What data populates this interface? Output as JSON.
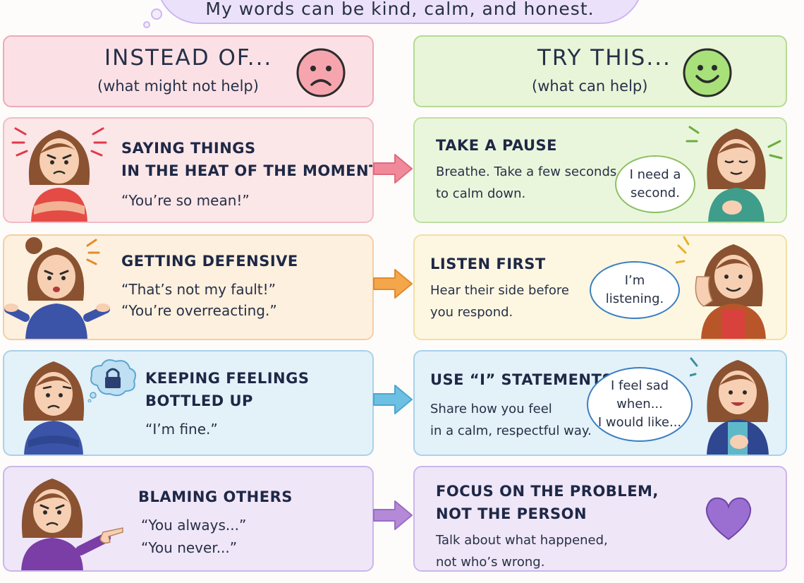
{
  "banner": {
    "text": "My words can be kind, calm, and honest."
  },
  "headers": {
    "left": {
      "title": "INSTEAD OF...",
      "subtitle": "(what might not help)",
      "face_icon": "sad-face-icon"
    },
    "right": {
      "title": "TRY THIS...",
      "subtitle": "(what can help)",
      "face_icon": "smiley-face-icon"
    }
  },
  "rows": [
    {
      "instead": {
        "title_lines": [
          "SAYING THINGS",
          "IN THE HEAT OF THE MOMENT"
        ],
        "quotes": [
          "“You’re so mean!”"
        ]
      },
      "try": {
        "title_lines": [
          "TAKE A PAUSE"
        ],
        "body_lines": [
          "Breathe. Take a few seconds",
          "to calm down."
        ],
        "speech": "I need a\nsecond."
      }
    },
    {
      "instead": {
        "title_lines": [
          "GETTING DEFENSIVE"
        ],
        "quotes": [
          "“That’s not my fault!”",
          "“You’re overreacting.”"
        ]
      },
      "try": {
        "title_lines": [
          "LISTEN FIRST"
        ],
        "body_lines": [
          "Hear their side before",
          "you respond."
        ],
        "speech": "I’m\nlistening."
      }
    },
    {
      "instead": {
        "title_lines": [
          "KEEPING FEELINGS",
          "BOTTLED UP"
        ],
        "quotes": [
          "“I’m fine.”"
        ],
        "icon": "lock-icon"
      },
      "try": {
        "title_lines": [
          "USE “I” STATEMENTS"
        ],
        "body_lines": [
          "Share how you feel",
          "in a calm, respectful way."
        ],
        "speech": "I feel sad\nwhen...\nI would like..."
      }
    },
    {
      "instead": {
        "title_lines": [
          "BLAMING OTHERS"
        ],
        "quotes": [
          "“You always...”",
          "“You never...”"
        ]
      },
      "try": {
        "title_lines": [
          "FOCUS ON THE PROBLEM,",
          "NOT THE PERSON"
        ],
        "body_lines": [
          "Talk about what happened,",
          "not who’s wrong."
        ],
        "icon": "heart-icon"
      }
    }
  ],
  "colors": {
    "red": "#f08a9a",
    "orange": "#f4a64a",
    "blue": "#6cc0e2",
    "purple": "#b48ad8",
    "sad_face": "#f6a5ae",
    "smile_face": "#a8e07a",
    "heart": "#9b6fd1"
  }
}
